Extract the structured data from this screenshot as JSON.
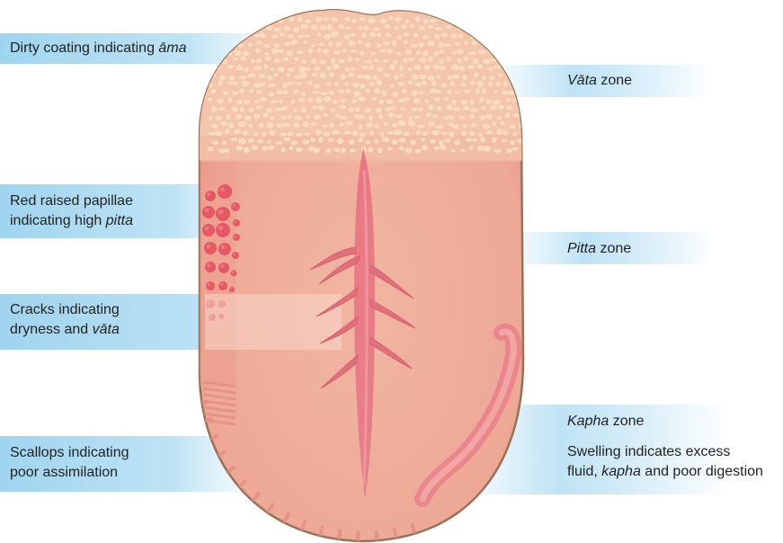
{
  "colors": {
    "band_blue": "#a9d9f1",
    "tongue_fill": "#efb09d",
    "tongue_outline": "#9a7157",
    "coating": "#f6d3b1",
    "papillae_red": "#e34b5c",
    "midline": "#e56f7f",
    "swelling": "#e98088",
    "scallops": "#e39a90"
  },
  "labels": {
    "ama": {
      "pre": "Dirty coating indicating ",
      "em": "āma",
      "post": ""
    },
    "papillae": {
      "l1": "Red raised papillae",
      "l2_pre": "indicating high ",
      "l2_em": "pitta"
    },
    "cracks": {
      "l1": "Cracks indicating",
      "l2_pre": "dryness and ",
      "l2_em": "vāta"
    },
    "scallops": {
      "l1": "Scallops indicating",
      "l2": "poor assimilation"
    },
    "vata": {
      "em": "Vāta",
      "post": " zone"
    },
    "pitta": {
      "em": "Pitta",
      "post": " zone"
    },
    "kapha": {
      "em": "Kapha",
      "post": " zone"
    },
    "swelling": {
      "l1": "Swelling indicates excess",
      "l2_pre": "fluid, ",
      "l2_em": "kapha",
      "l2_post": " and poor digestion"
    }
  }
}
